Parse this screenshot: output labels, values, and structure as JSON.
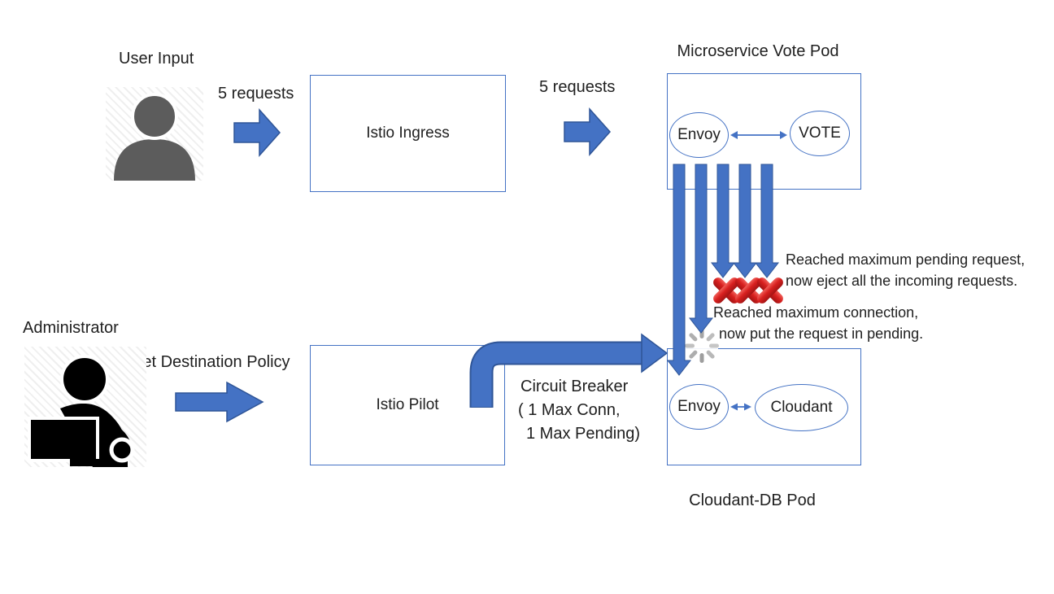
{
  "diagram": {
    "user": {
      "label": "User Input"
    },
    "admin": {
      "label": "Administrator"
    },
    "ingress": {
      "label": "Istio Ingress"
    },
    "pilot": {
      "label": "Istio Pilot"
    },
    "vote_pod": {
      "title": "Microservice Vote Pod",
      "envoy": "Envoy",
      "app": "VOTE"
    },
    "cloudant_pod": {
      "title": "Cloudant-DB Pod",
      "envoy": "Envoy",
      "app": "Cloudant"
    },
    "flow_user_ingress": "5 requests",
    "flow_ingress_vote": "5 requests",
    "flow_admin_pilot": "Set Destination Policy",
    "circuit_breaker": {
      "line1": "Circuit Breaker",
      "line2": "( 1 Max Conn,",
      "line3": "1 Max Pending)"
    },
    "note_pending": {
      "line1": "Reached maximum pending request,",
      "line2": "now eject all the incoming requests."
    },
    "note_connection": {
      "line1": "Reached maximum connection,",
      "line2": "now put the request in pending."
    },
    "request_flow": {
      "total_requests": 5,
      "rejected_requests": 3,
      "pending_requests": 1,
      "forwarded_requests": 1
    },
    "icons": {
      "user": "person-icon",
      "admin": "admin-laptop-icon",
      "rejected": "red-x-icon",
      "pending": "spinner-icon"
    }
  },
  "colors": {
    "arrow_blue": "#4472C4",
    "arrow_blue_dark": "#2F5597",
    "box_border_blue": "#4472C4",
    "error_red": "#D8201F",
    "user_icon_gray": "#5C5C5C",
    "admin_icon_black": "#000000",
    "spinner_gray": "#ADADAD",
    "text": "#202020",
    "background": "#FFFFFF"
  }
}
